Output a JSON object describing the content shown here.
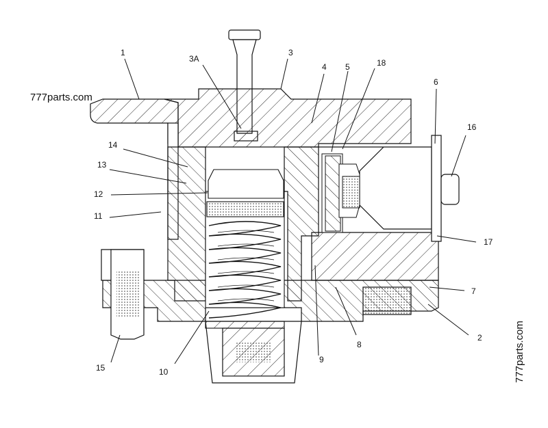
{
  "watermarks": {
    "top_left": "777parts.com",
    "bottom_right": "777parts.com"
  },
  "callouts": [
    {
      "id": "1",
      "text": "1"
    },
    {
      "id": "3A",
      "text": "3A"
    },
    {
      "id": "3",
      "text": "3"
    },
    {
      "id": "4",
      "text": "4"
    },
    {
      "id": "5",
      "text": "5"
    },
    {
      "id": "18",
      "text": "18"
    },
    {
      "id": "6",
      "text": "6"
    },
    {
      "id": "16",
      "text": "16"
    },
    {
      "id": "14",
      "text": "14"
    },
    {
      "id": "13",
      "text": "13"
    },
    {
      "id": "12",
      "text": "12"
    },
    {
      "id": "11",
      "text": "11"
    },
    {
      "id": "17",
      "text": "17"
    },
    {
      "id": "7",
      "text": "7"
    },
    {
      "id": "2",
      "text": "2"
    },
    {
      "id": "8",
      "text": "8"
    },
    {
      "id": "9",
      "text": "9"
    },
    {
      "id": "10",
      "text": "10"
    },
    {
      "id": "15",
      "text": "15"
    }
  ]
}
